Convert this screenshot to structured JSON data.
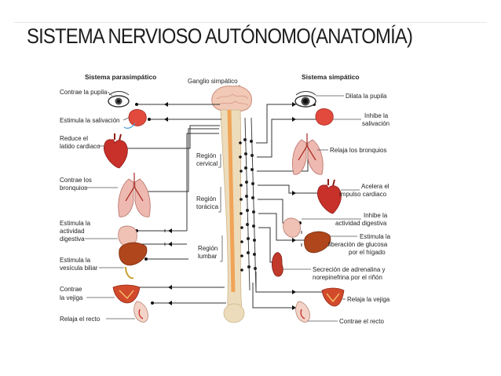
{
  "title": "SISTEMA NERVIOSO AUTÓNOMO(ANATOMÍA)",
  "headers": {
    "parasympathetic": "Sistema parasimpático",
    "sympathetic": "Sistema simpático",
    "ganglion": "Ganglio simpático"
  },
  "regions": [
    {
      "line1": "Región",
      "line2": "cervical"
    },
    {
      "line1": "Región",
      "line2": "torácica"
    },
    {
      "line1": "Región",
      "line2": "lumbar"
    }
  ],
  "left_labels": [
    {
      "lines": [
        "Contrae la pupila"
      ]
    },
    {
      "lines": [
        "Estimula la salivación"
      ]
    },
    {
      "lines": [
        "Reduce el",
        "latido cardiaco"
      ]
    },
    {
      "lines": [
        "Contrae los",
        "bronquios"
      ]
    },
    {
      "lines": [
        "Estimula la",
        "actividad",
        "digestiva"
      ]
    },
    {
      "lines": [
        "Estimula la",
        "vesícula biliar"
      ]
    },
    {
      "lines": [
        "Contrae",
        "la vejiga"
      ]
    },
    {
      "lines": [
        "Relaja el recto"
      ]
    }
  ],
  "right_labels": [
    {
      "lines": [
        "Dilata la pupila"
      ]
    },
    {
      "lines": [
        "Inhibe la",
        "salivación"
      ]
    },
    {
      "lines": [
        "Relaja los bronquios"
      ]
    },
    {
      "lines": [
        "Acelera el",
        "impulso cardiaco"
      ]
    },
    {
      "lines": [
        "Inhibe la",
        "actividad digestiva"
      ]
    },
    {
      "lines": [
        "Estimula la",
        "liberación de glucosa",
        "por el hígado"
      ]
    },
    {
      "lines": [
        "Secreción de adrenalina y",
        "norepinefrina por el riñón"
      ]
    },
    {
      "lines": [
        "Relaja la vejiga"
      ]
    },
    {
      "lines": [
        "Contrae el recto"
      ]
    }
  ],
  "colors": {
    "title": "#1d1d1d",
    "organ_red": "#c8302a",
    "organ_pink": "#e8b0a8",
    "spine_bone": "#e8d3a8",
    "spinal_cord": "#f2a65a",
    "liver": "#b0461c",
    "wire": "#333333"
  },
  "icons": [
    "eye-icon",
    "salivary-gland-icon",
    "heart-icon",
    "lungs-icon",
    "stomach-icon",
    "liver-icon",
    "kidney-icon",
    "bladder-icon",
    "rectum-icon",
    "brain-icon",
    "spine-icon"
  ]
}
